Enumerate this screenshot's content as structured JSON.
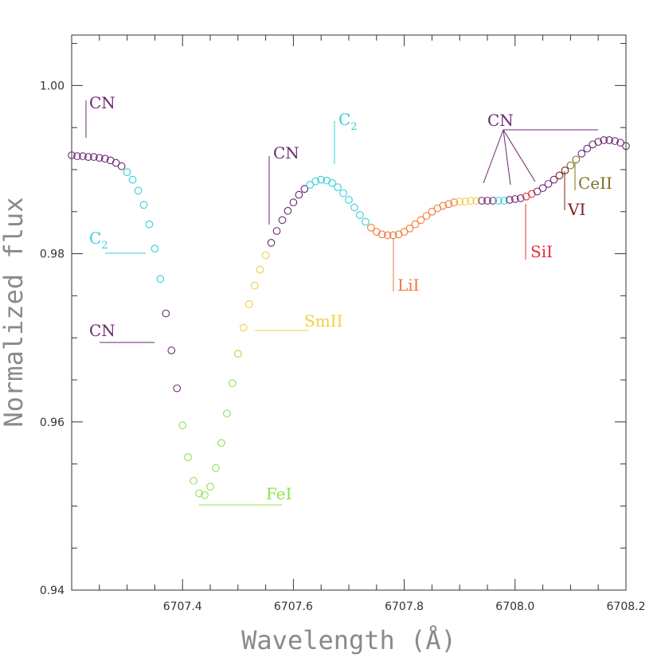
{
  "chart_data": {
    "type": "scatter",
    "xlabel": "Wavelength (Å)",
    "ylabel": "Normalized flux",
    "xlim": [
      6707.2,
      6708.2
    ],
    "ylim": [
      0.94,
      1.006
    ],
    "xticks": [
      {
        "value": 6707.4,
        "label": "6707.4"
      },
      {
        "value": 6707.6,
        "label": "6707.6"
      },
      {
        "value": 6707.8,
        "label": "6707.8"
      },
      {
        "value": 6708.0,
        "label": "6708.0"
      },
      {
        "value": 6708.2,
        "label": "6708.2"
      }
    ],
    "yticks": [
      {
        "value": 0.94,
        "label": "0.94"
      },
      {
        "value": 0.96,
        "label": "0.96"
      },
      {
        "value": 0.98,
        "label": "0.98"
      },
      {
        "value": 1.0,
        "label": "1.00"
      }
    ],
    "colors": {
      "CN": "#6a2870",
      "C2": "#33cfd8",
      "FeI": "#8fe24e",
      "SmII": "#f2cf3e",
      "LiI": "#f07a3a",
      "SiI": "#e8303a",
      "VI": "#7a2020",
      "CeII": "#807020"
    },
    "points": [
      {
        "x": 6707.2,
        "y": 0.9917,
        "s": "CN"
      },
      {
        "x": 6707.21,
        "y": 0.9916,
        "s": "CN"
      },
      {
        "x": 6707.22,
        "y": 0.9916,
        "s": "CN"
      },
      {
        "x": 6707.23,
        "y": 0.9915,
        "s": "CN"
      },
      {
        "x": 6707.24,
        "y": 0.9915,
        "s": "CN"
      },
      {
        "x": 6707.25,
        "y": 0.9914,
        "s": "CN"
      },
      {
        "x": 6707.26,
        "y": 0.9913,
        "s": "CN"
      },
      {
        "x": 6707.27,
        "y": 0.9911,
        "s": "CN"
      },
      {
        "x": 6707.28,
        "y": 0.9908,
        "s": "CN"
      },
      {
        "x": 6707.29,
        "y": 0.9904,
        "s": "CN"
      },
      {
        "x": 6707.3,
        "y": 0.9897,
        "s": "C2"
      },
      {
        "x": 6707.31,
        "y": 0.9888,
        "s": "C2"
      },
      {
        "x": 6707.32,
        "y": 0.9875,
        "s": "C2"
      },
      {
        "x": 6707.33,
        "y": 0.9858,
        "s": "C2"
      },
      {
        "x": 6707.34,
        "y": 0.9835,
        "s": "C2"
      },
      {
        "x": 6707.35,
        "y": 0.9806,
        "s": "C2"
      },
      {
        "x": 6707.36,
        "y": 0.977,
        "s": "C2"
      },
      {
        "x": 6707.37,
        "y": 0.9729,
        "s": "CN"
      },
      {
        "x": 6707.38,
        "y": 0.9685,
        "s": "CN"
      },
      {
        "x": 6707.39,
        "y": 0.964,
        "s": "CN"
      },
      {
        "x": 6707.4,
        "y": 0.9596,
        "s": "FeI"
      },
      {
        "x": 6707.41,
        "y": 0.9558,
        "s": "FeI"
      },
      {
        "x": 6707.42,
        "y": 0.953,
        "s": "FeI"
      },
      {
        "x": 6707.43,
        "y": 0.9515,
        "s": "FeI"
      },
      {
        "x": 6707.44,
        "y": 0.9513,
        "s": "FeI"
      },
      {
        "x": 6707.45,
        "y": 0.9523,
        "s": "FeI"
      },
      {
        "x": 6707.46,
        "y": 0.9545,
        "s": "FeI"
      },
      {
        "x": 6707.47,
        "y": 0.9575,
        "s": "FeI"
      },
      {
        "x": 6707.48,
        "y": 0.961,
        "s": "FeI"
      },
      {
        "x": 6707.49,
        "y": 0.9646,
        "s": "FeI"
      },
      {
        "x": 6707.5,
        "y": 0.9681,
        "s": "FeI"
      },
      {
        "x": 6707.51,
        "y": 0.9712,
        "s": "SmII"
      },
      {
        "x": 6707.52,
        "y": 0.974,
        "s": "SmII"
      },
      {
        "x": 6707.53,
        "y": 0.9762,
        "s": "SmII"
      },
      {
        "x": 6707.54,
        "y": 0.9781,
        "s": "SmII"
      },
      {
        "x": 6707.55,
        "y": 0.9798,
        "s": "SmII"
      },
      {
        "x": 6707.56,
        "y": 0.9813,
        "s": "CN"
      },
      {
        "x": 6707.57,
        "y": 0.9827,
        "s": "CN"
      },
      {
        "x": 6707.58,
        "y": 0.984,
        "s": "CN"
      },
      {
        "x": 6707.59,
        "y": 0.9851,
        "s": "CN"
      },
      {
        "x": 6707.6,
        "y": 0.9861,
        "s": "CN"
      },
      {
        "x": 6707.61,
        "y": 0.987,
        "s": "CN"
      },
      {
        "x": 6707.62,
        "y": 0.9877,
        "s": "CN"
      },
      {
        "x": 6707.63,
        "y": 0.9882,
        "s": "C2"
      },
      {
        "x": 6707.64,
        "y": 0.9886,
        "s": "C2"
      },
      {
        "x": 6707.65,
        "y": 0.9888,
        "s": "C2"
      },
      {
        "x": 6707.66,
        "y": 0.9887,
        "s": "C2"
      },
      {
        "x": 6707.67,
        "y": 0.9884,
        "s": "C2"
      },
      {
        "x": 6707.68,
        "y": 0.9879,
        "s": "C2"
      },
      {
        "x": 6707.69,
        "y": 0.9872,
        "s": "C2"
      },
      {
        "x": 6707.7,
        "y": 0.9864,
        "s": "C2"
      },
      {
        "x": 6707.71,
        "y": 0.9855,
        "s": "C2"
      },
      {
        "x": 6707.72,
        "y": 0.9846,
        "s": "C2"
      },
      {
        "x": 6707.73,
        "y": 0.9838,
        "s": "C2"
      },
      {
        "x": 6707.74,
        "y": 0.9831,
        "s": "LiI"
      },
      {
        "x": 6707.75,
        "y": 0.9826,
        "s": "LiI"
      },
      {
        "x": 6707.76,
        "y": 0.9823,
        "s": "LiI"
      },
      {
        "x": 6707.77,
        "y": 0.9822,
        "s": "LiI"
      },
      {
        "x": 6707.78,
        "y": 0.9822,
        "s": "LiI"
      },
      {
        "x": 6707.79,
        "y": 0.9823,
        "s": "LiI"
      },
      {
        "x": 6707.8,
        "y": 0.9826,
        "s": "LiI"
      },
      {
        "x": 6707.81,
        "y": 0.983,
        "s": "LiI"
      },
      {
        "x": 6707.82,
        "y": 0.9835,
        "s": "LiI"
      },
      {
        "x": 6707.83,
        "y": 0.984,
        "s": "LiI"
      },
      {
        "x": 6707.84,
        "y": 0.9845,
        "s": "LiI"
      },
      {
        "x": 6707.85,
        "y": 0.985,
        "s": "LiI"
      },
      {
        "x": 6707.86,
        "y": 0.9854,
        "s": "LiI"
      },
      {
        "x": 6707.87,
        "y": 0.9857,
        "s": "LiI"
      },
      {
        "x": 6707.88,
        "y": 0.9859,
        "s": "LiI"
      },
      {
        "x": 6707.89,
        "y": 0.9861,
        "s": "LiI"
      },
      {
        "x": 6707.9,
        "y": 0.9862,
        "s": "SmII"
      },
      {
        "x": 6707.91,
        "y": 0.9862,
        "s": "SmII"
      },
      {
        "x": 6707.92,
        "y": 0.9863,
        "s": "SmII"
      },
      {
        "x": 6707.93,
        "y": 0.9863,
        "s": "SmII"
      },
      {
        "x": 6707.94,
        "y": 0.9863,
        "s": "CN"
      },
      {
        "x": 6707.95,
        "y": 0.9863,
        "s": "CN"
      },
      {
        "x": 6707.96,
        "y": 0.9863,
        "s": "CN"
      },
      {
        "x": 6707.97,
        "y": 0.9863,
        "s": "C2"
      },
      {
        "x": 6707.98,
        "y": 0.9863,
        "s": "C2"
      },
      {
        "x": 6707.99,
        "y": 0.9864,
        "s": "CN"
      },
      {
        "x": 6708.0,
        "y": 0.9865,
        "s": "CN"
      },
      {
        "x": 6708.01,
        "y": 0.9866,
        "s": "CN"
      },
      {
        "x": 6708.02,
        "y": 0.9868,
        "s": "SiI"
      },
      {
        "x": 6708.03,
        "y": 0.9871,
        "s": "SiI"
      },
      {
        "x": 6708.04,
        "y": 0.9874,
        "s": "CN"
      },
      {
        "x": 6708.05,
        "y": 0.9878,
        "s": "CN"
      },
      {
        "x": 6708.06,
        "y": 0.9883,
        "s": "CN"
      },
      {
        "x": 6708.07,
        "y": 0.9888,
        "s": "CN"
      },
      {
        "x": 6708.08,
        "y": 0.9893,
        "s": "VI"
      },
      {
        "x": 6708.09,
        "y": 0.9899,
        "s": "VI"
      },
      {
        "x": 6708.1,
        "y": 0.9905,
        "s": "CeII"
      },
      {
        "x": 6708.11,
        "y": 0.9912,
        "s": "CeII"
      },
      {
        "x": 6708.12,
        "y": 0.9919,
        "s": "CN"
      },
      {
        "x": 6708.13,
        "y": 0.9925,
        "s": "CN"
      },
      {
        "x": 6708.14,
        "y": 0.993,
        "s": "CN"
      },
      {
        "x": 6708.15,
        "y": 0.9933,
        "s": "CN"
      },
      {
        "x": 6708.16,
        "y": 0.9935,
        "s": "CN"
      },
      {
        "x": 6708.17,
        "y": 0.9935,
        "s": "CN"
      },
      {
        "x": 6708.18,
        "y": 0.9934,
        "s": "CN"
      },
      {
        "x": 6708.19,
        "y": 0.9932,
        "s": "CN"
      },
      {
        "x": 6708.2,
        "y": 0.9928,
        "s": "CN"
      }
    ],
    "annotations": [
      {
        "id": "cn-1",
        "text": "CN",
        "s": "CN"
      },
      {
        "id": "c2-1",
        "text": "C",
        "sub": "2",
        "s": "C2"
      },
      {
        "id": "cn-2",
        "text": "CN",
        "s": "CN"
      },
      {
        "id": "cn-3",
        "text": "CN",
        "s": "CN"
      },
      {
        "id": "c2-2",
        "text": "C",
        "sub": "2",
        "s": "C2"
      },
      {
        "id": "smii",
        "text": "SmII",
        "s": "SmII"
      },
      {
        "id": "fei",
        "text": "FeI",
        "s": "FeI"
      },
      {
        "id": "lii",
        "text": "LiI",
        "s": "LiI"
      },
      {
        "id": "cn-4",
        "text": "CN",
        "s": "CN"
      },
      {
        "id": "sii",
        "text": "SiI",
        "s": "SiI"
      },
      {
        "id": "vi",
        "text": "VI",
        "s": "VI"
      },
      {
        "id": "ceii",
        "text": "CeII",
        "s": "CeII"
      }
    ]
  }
}
